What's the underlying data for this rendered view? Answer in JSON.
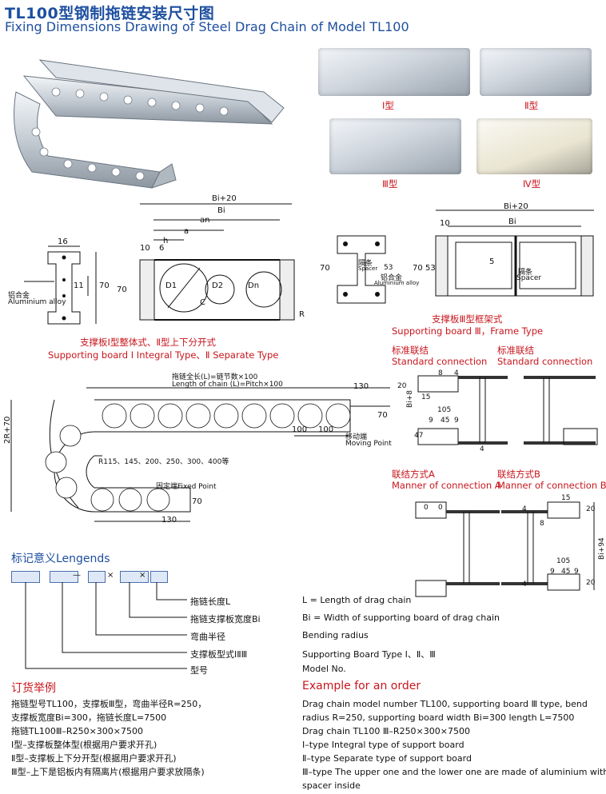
{
  "header": {
    "title_cn": "TL100型钢制拖链安装尺寸图",
    "title_en": "Fixing Dimensions Drawing of Steel Drag Chain of Model TL100"
  },
  "types": {
    "t1": "Ⅰ型",
    "t2": "Ⅱ型",
    "t3": "Ⅲ型",
    "t4": "Ⅳ型"
  },
  "board12": {
    "dims": {
      "bi20": "Bi+20",
      "bi": "Bi",
      "an": "an",
      "a": "a",
      "h": "h",
      "d10": "10",
      "d6": "6",
      "h70": "70",
      "d1": "D1",
      "d2": "D2",
      "dn": "Dn",
      "c": "C",
      "r": "R"
    },
    "side": {
      "w16": "16",
      "w11": "11",
      "h70": "70",
      "alloy_cn": "铝合金",
      "alloy_en": "Aluminium alloy"
    },
    "caption_cn": "支撑板Ⅰ型整体式、Ⅱ型上下分开式",
    "caption_en": "Supporting board Ⅰ Integral Type、Ⅱ Separate Type"
  },
  "board3": {
    "dims": {
      "bi20": "Bi+20",
      "bi": "Bi",
      "d10": "10",
      "h70": "70",
      "h53": "53",
      "d5": "5"
    },
    "side": {
      "h70": "70",
      "h53": "53",
      "spacer_cn": "隔条",
      "spacer_en": "Spacer",
      "alloy_cn": "铝合金",
      "alloy_en": "Aluminium alloy"
    },
    "spacer_cn": "隔条",
    "spacer_en": "Spacer",
    "caption_cn": "支撑板Ⅲ型框架式",
    "caption_en": "Supporting board Ⅲ，Frame Type"
  },
  "chain": {
    "length_cn": "拖链全长(L)=链节数×100",
    "length_en": "Length of chain (L)=Pitch×100",
    "d130": "130",
    "d70": "70",
    "d100": "100",
    "h2r": "2R+70",
    "moving_cn": "移动端",
    "moving_en": "Moving Point",
    "radius": "R115、145、200、250、300、400等",
    "fixed": "固定端Fixed Point",
    "d70b": "70",
    "d130b": "130"
  },
  "std": {
    "label_cn": "标准联结",
    "label_en": "Standard connection",
    "dims": {
      "d20": "20",
      "d8": "8",
      "d4": "4",
      "d15": "15",
      "bi8": "Bi+8",
      "d105": "105",
      "d9a": "9",
      "d45": "45",
      "d9b": "9",
      "d47": "47",
      "d4b": "4"
    }
  },
  "manner": {
    "a_cn": "联结方式A",
    "a_en": "Manner of connection A",
    "b_cn": "联结方式B",
    "b_en": "Manner of connection B",
    "dims": {
      "d15": "15",
      "d20": "20",
      "d8": "8",
      "d4": "4",
      "bi94": "Bi+94",
      "d105": "105",
      "d9a": "9",
      "d45": "45",
      "d9b": "9",
      "d20b": "20",
      "d4b": "4",
      "o1": "0",
      "o2": "0"
    }
  },
  "legend": {
    "title": "标记意义Lengends",
    "rows_cn": [
      "拖链长度L",
      "拖链支撑板宽度Bi",
      "弯曲半径",
      "支撑板型式ⅠⅡⅢ",
      "型号"
    ],
    "rows_en": [
      "L = Length of drag chain",
      "Bi = Width of supporting board of drag chain",
      "Bending radius",
      "Supporting Board Type Ⅰ、Ⅱ、Ⅲ",
      "Model No."
    ],
    "sym_x": "×",
    "sym_dash": "—"
  },
  "order": {
    "title_cn": "订货举例",
    "lines_cn": [
      "拖链型号TL100，支撑板Ⅲ型，弯曲半径R=250，",
      "支撑板宽度Bi=300，拖链长度L=7500",
      "拖链TL100Ⅲ–R250×300×7500",
      "Ⅰ型–支撑板整体型(根据用户要求开孔)",
      "Ⅱ型–支撑板上下分开型(根据用户要求开孔)",
      "Ⅲ型–上下是铝板内有隔离片(根据用户要求放隔条)"
    ],
    "title_en": "Example for an order",
    "lines_en": [
      "Drag chain model number TL100, supporting board  Ⅲ  type, bend",
      "radius R=250, supporting board width Bi=300 length L=7500",
      "Drag chain TL100 Ⅲ–R250×300×7500",
      "Ⅰ–type Integral type of support board",
      "Ⅱ–type Separate type of support board",
      "Ⅲ–type The upper one and the lower one are made of aluminium with",
      "spacer inside"
    ]
  }
}
